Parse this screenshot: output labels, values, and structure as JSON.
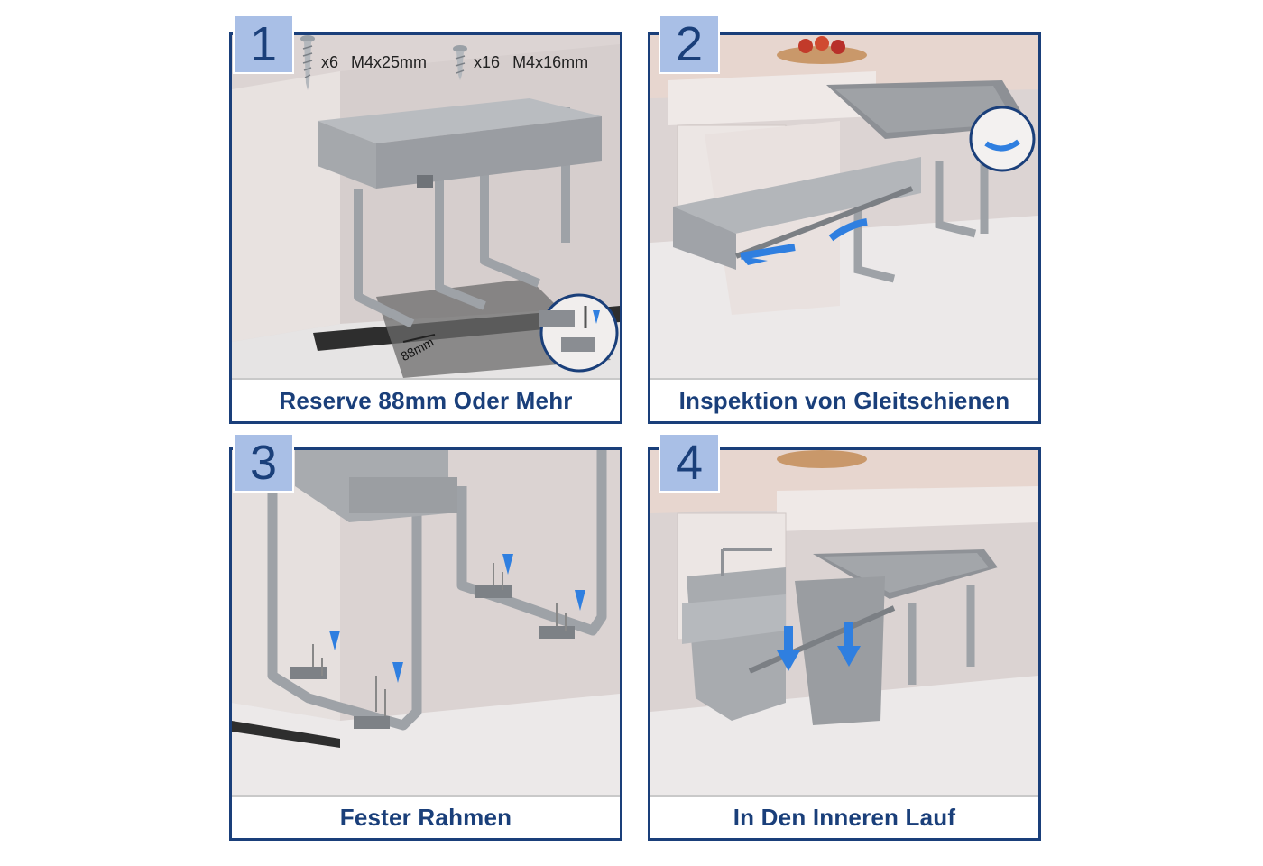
{
  "panels": [
    {
      "number": "1",
      "caption": "Reserve 88mm Oder Mehr",
      "dimension": "88mm"
    },
    {
      "number": "2",
      "caption": "Inspektion von Gleitschienen"
    },
    {
      "number": "3",
      "caption": "Fester Rahmen"
    },
    {
      "number": "4",
      "caption": "In Den Inneren Lauf"
    }
  ],
  "screws": [
    {
      "qty": "x6",
      "size": "M4x25mm"
    },
    {
      "qty": "x16",
      "size": "M4x16mm"
    }
  ],
  "colors": {
    "border": "#1a3f7a",
    "badge": "#a9bfe6",
    "caption_text": "#1a3f7a",
    "arrow": "#2f7fe0",
    "frame": "#a3a6ab"
  },
  "icons": [
    "screw-icon",
    "blue-arrow-icon"
  ]
}
